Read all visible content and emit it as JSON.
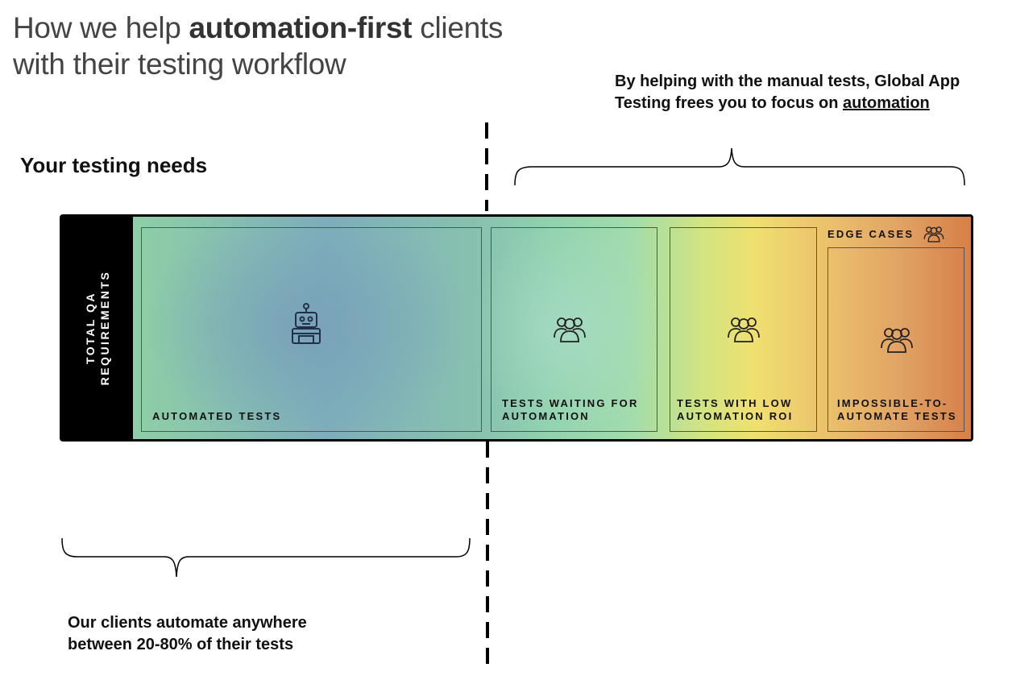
{
  "title": {
    "line1_prefix": "How we help ",
    "line1_bold": "automation-first",
    "line1_suffix": " clients",
    "line2": "with their testing workflow"
  },
  "top_note": {
    "text_start": "By helping with the manual tests, Global App Testing frees you to focus on ",
    "underlined": "automation"
  },
  "needs_heading": "Your testing needs",
  "bar": {
    "side_label_line1": "TOTAL QA",
    "side_label_line2": "REQUIREMENTS",
    "edge_cases_label": "EDGE CASES",
    "boxes": [
      {
        "line1": "AUTOMATED TESTS",
        "line2": "",
        "icon": "robot-icon"
      },
      {
        "line1": "TESTS WAITING FOR",
        "line2": "AUTOMATION",
        "icon": "people-icon"
      },
      {
        "line1": "TESTS WITH LOW",
        "line2": "AUTOMATION ROI",
        "icon": "people-icon"
      },
      {
        "line1": "IMPOSSIBLE-TO-",
        "line2": "AUTOMATE TESTS",
        "icon": "people-icon"
      }
    ]
  },
  "bottom_note": {
    "line1": "Our clients automate anywhere",
    "line2": "between 20-80% of their tests"
  },
  "colors": {
    "gradient_green": "#8ecfa6",
    "gradient_blue": "#7fb0bb",
    "gradient_yellow": "#f0e070",
    "gradient_orange": "#d86a35",
    "frame": "#000000"
  }
}
